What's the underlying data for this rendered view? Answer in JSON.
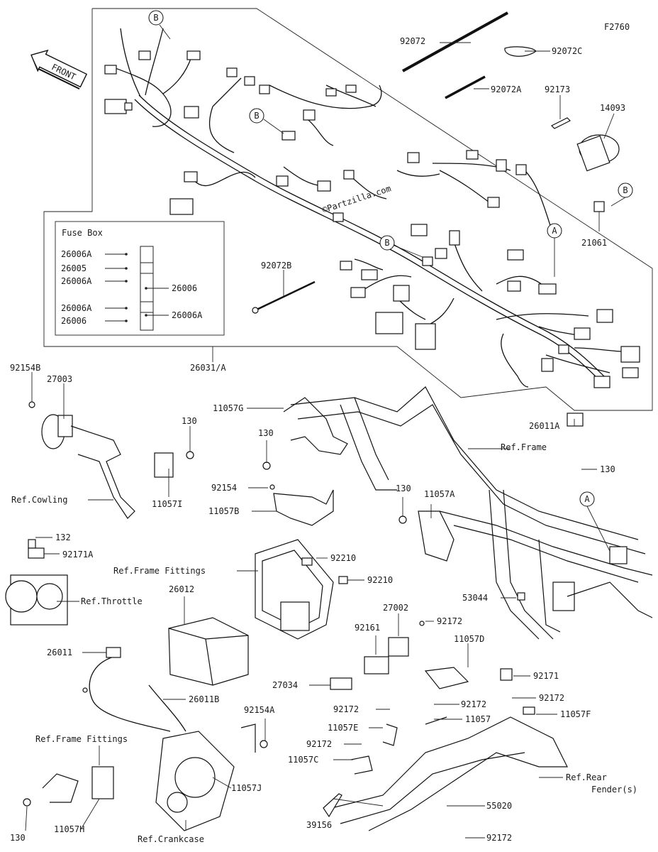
{
  "diagram_code": "F2760",
  "front_label": "FRONT",
  "watermark": "©Partzilla.com",
  "ref_markers": {
    "a": "A",
    "b": "B"
  },
  "fuse_box": {
    "title": "Fuse Box",
    "left_items": [
      "26006A",
      "26005",
      "26006A",
      "26006A",
      "26006"
    ],
    "right_items": [
      "26006",
      "26006A"
    ]
  },
  "callouts": {
    "p92072": "92072",
    "p92072c": "92072C",
    "p92072a": "92072A",
    "p92173": "92173",
    "p14093": "14093",
    "p21061": "21061",
    "p92072b": "92072B",
    "p26031": "26031/A",
    "p26011a": "26011A",
    "p92154b": "92154B",
    "p27003": "27003",
    "p130_1": "130",
    "p11057i": "11057I",
    "ref_cowling": "Ref.Cowling",
    "p11057g": "11057G",
    "p130_2": "130",
    "ref_frame": "Ref.Frame",
    "p130_3": "130",
    "p92154": "92154",
    "p11057b": "11057B",
    "p130_4": "130",
    "p11057a": "11057A",
    "p132": "132",
    "p92171a": "92171A",
    "p92210_1": "92210",
    "ref_frame_fittings_1": "Ref.Frame Fittings",
    "p92210_2": "92210",
    "ref_throttle": "Ref.Throttle",
    "p26012": "26012",
    "p53044": "53044",
    "p27002": "27002",
    "p92172_1": "92172",
    "p92161": "92161",
    "p11057d": "11057D",
    "p26011": "26011",
    "p27034": "27034",
    "p92171": "92171",
    "p26011b": "26011B",
    "p92172_2": "92172",
    "p92154a": "92154A",
    "p92172_3": "92172",
    "p92172_4": "92172",
    "p11057f": "11057F",
    "p11057": "11057",
    "p11057e": "11057E",
    "ref_frame_fittings_2": "Ref.Frame Fittings",
    "p92172_5": "92172",
    "p11057c": "11057C",
    "ref_rear_fender_1": "Ref.Rear",
    "ref_rear_fender_2": "Fender(s)",
    "p11057j": "11057J",
    "p55020": "55020",
    "p39156": "39156",
    "p92172_6": "92172",
    "p130_5": "130",
    "p11057h": "11057H",
    "ref_crankcase": "Ref.Crankcase"
  }
}
